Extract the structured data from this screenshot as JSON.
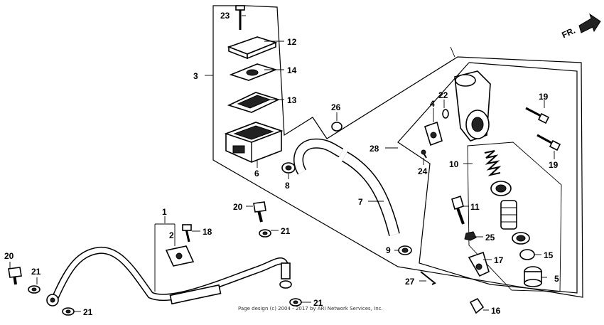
{
  "direction_label": "FR.",
  "copyright": "Page design (c) 2004 - 2017 by ARI Network Services, Inc.",
  "callouts": {
    "c1": "1",
    "c2": "2",
    "c3": "3",
    "c4": "4",
    "c5": "5",
    "c6": "6",
    "c7": "7",
    "c8": "8",
    "c9": "9",
    "c10": "10",
    "c11": "11",
    "c12": "12",
    "c13": "13",
    "c14": "14",
    "c15": "15",
    "c16": "16",
    "c17": "17",
    "c18": "18",
    "c19a": "19",
    "c19b": "19",
    "c20a": "20",
    "c20b": "20",
    "c21a": "21",
    "c21b": "21",
    "c21c": "21",
    "c21d": "21",
    "c22": "22",
    "c23": "23",
    "c24": "24",
    "c25": "25",
    "c26": "26",
    "c27": "27",
    "c28": "28"
  }
}
